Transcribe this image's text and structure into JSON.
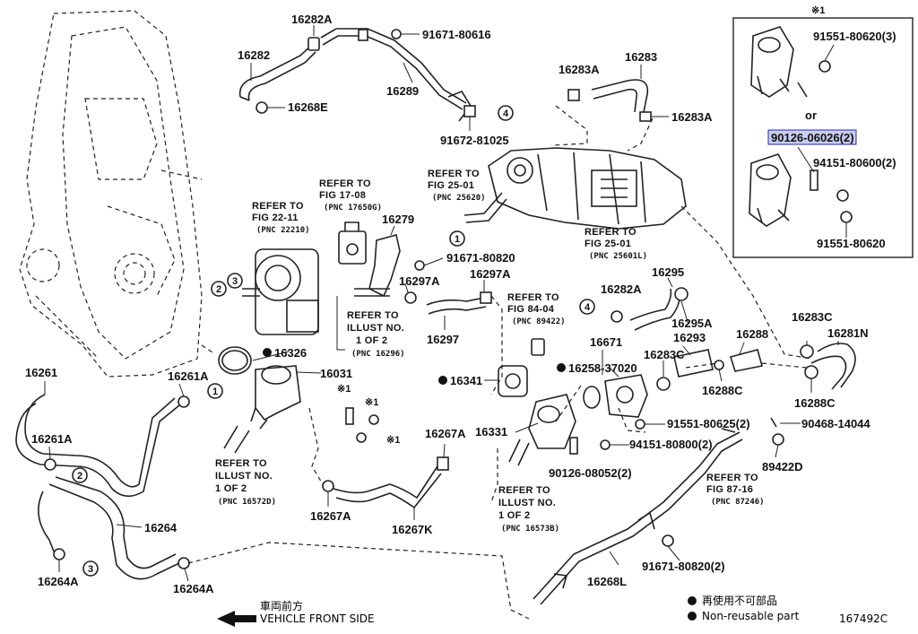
{
  "parts": {
    "p16282A": "16282A",
    "p91671_80616": "91671-80616",
    "p16282": "16282",
    "p16289": "16289",
    "p16268E": "16268E",
    "p91672_81025": "91672-81025",
    "p16283A_top": "16283A",
    "p16283": "16283",
    "p16283A_right": "16283A",
    "p16279": "16279",
    "p91671_80820": "91671-80820",
    "p16297A_a": "16297A",
    "p16297A_b": "16297A",
    "p16297": "16297",
    "p16282A_mid": "16282A",
    "p16295": "16295",
    "p16295A": "16295A",
    "p16326": "16326",
    "p16031": "16031",
    "p16341": "16341",
    "p16671": "16671",
    "p16258_37020": "16258-37020",
    "p16293": "16293",
    "p16283C_a": "16283C",
    "p16288": "16288",
    "p16283C_b": "16283C",
    "p16281N": "16281N",
    "p16288C_a": "16288C",
    "p16288C_b": "16288C",
    "p16261": "16261",
    "p16261A_a": "16261A",
    "p16261A_b": "16261A",
    "p16264": "16264",
    "p16264A_a": "16264A",
    "p16264A_b": "16264A",
    "p16267A_a": "16267A",
    "p16267A_b": "16267A",
    "p16267K": "16267K",
    "p16331": "16331",
    "p91551_80625": "91551-80625(2)",
    "p90468_14044": "90468-14044",
    "p94151_80800": "94151-80800(2)",
    "p90126_08052": "90126-08052(2)",
    "p89422D": "89422D",
    "p16268L": "16268L",
    "p91671_80820_2": "91671-80820(2)",
    "inset_91551_80620_3": "91551-80620(3)",
    "inset_or": "or",
    "inset_90126_06026": "90126-06026(2)",
    "inset_94151_80600": "94151-80600(2)",
    "inset_91551_80620": "91551-80620",
    "inset_mark": "※1",
    "mark1": "※1",
    "circle1": "1",
    "circle2": "2",
    "circle3": "3",
    "circle4": "4"
  },
  "refs": {
    "r1": {
      "l1": "REFER TO",
      "l2": "FIG 25-01",
      "l3": "(PNC 25620)"
    },
    "r2": {
      "l1": "REFER TO",
      "l2": "FIG 17-08",
      "l3": "(PNC 17650G)"
    },
    "r3": {
      "l1": "REFER TO",
      "l2": "FIG 22-11",
      "l3": "(PNC 22210)"
    },
    "r4": {
      "l1": "REFER TO",
      "l2": "FIG 25-01",
      "l3": "(PNC 25601L)"
    },
    "r5": {
      "l1": "REFER TO",
      "l2": "ILLUST NO.",
      "l3": "1 OF 2",
      "l4": "(PNC 16296)"
    },
    "r6": {
      "l1": "REFER TO",
      "l2": "FIG 84-04",
      "l3": "(PNC 89422)"
    },
    "r7": {
      "l1": "REFER TO",
      "l2": "ILLUST NO.",
      "l3": "1 OF 2",
      "l4": "(PNC 16572D)"
    },
    "r8": {
      "l1": "REFER TO",
      "l2": "ILLUST NO.",
      "l3": "1 OF 2",
      "l4": "(PNC 16573B)"
    },
    "r9": {
      "l1": "REFER TO",
      "l2": "FIG 87-16",
      "l3": "(PNC 87246)"
    }
  },
  "footer": {
    "direction_jp": "車両前方",
    "direction_en": "VEHICLE FRONT SIDE",
    "legend_jp": "再使用不可部品",
    "legend_en": "Non-reusable part",
    "figure_id": "167492C"
  }
}
